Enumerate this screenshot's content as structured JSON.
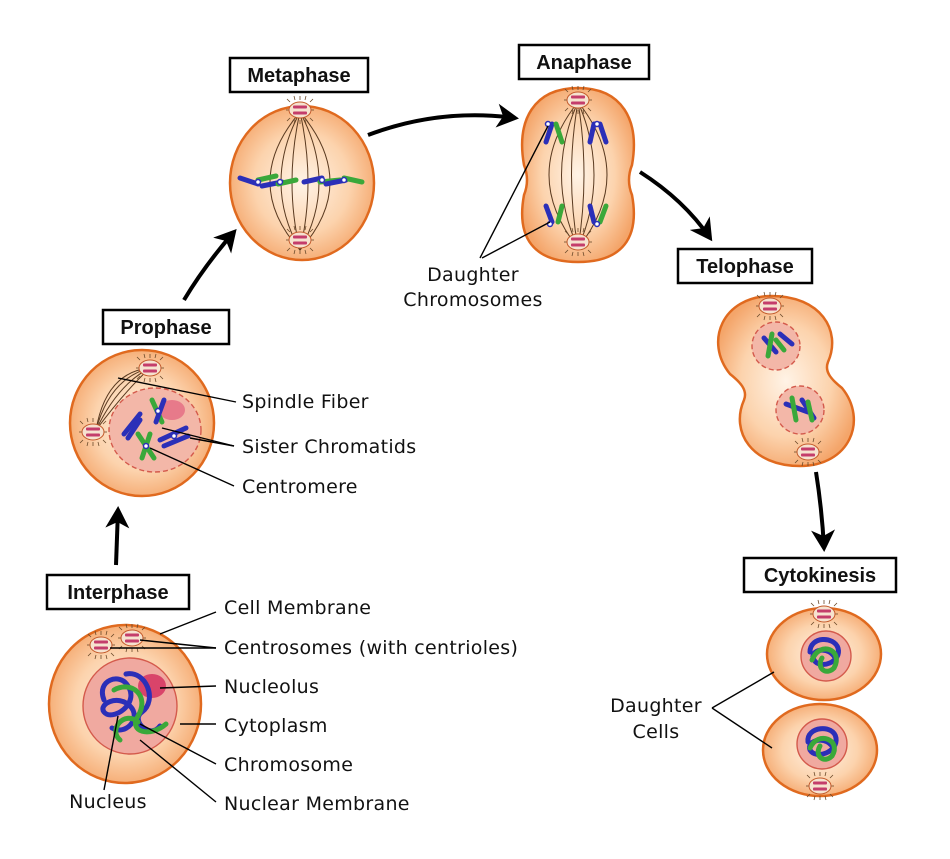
{
  "phases": {
    "interphase": "Interphase",
    "prophase": "Prophase",
    "metaphase": "Metaphase",
    "anaphase": "Anaphase",
    "telophase": "Telophase",
    "cytokinesis": "Cytokinesis"
  },
  "labels": {
    "cell_membrane": "Cell Membrane",
    "centrosomes": "Centrosomes (with centrioles)",
    "nucleolus": "Nucleolus",
    "cytoplasm": "Cytoplasm",
    "chromosome": "Chromosome",
    "nuclear_membrane": "Nuclear Membrane",
    "nucleus": "Nucleus",
    "spindle_fiber": "Spindle Fiber",
    "sister_chromatids": "Sister Chromatids",
    "centromere": "Centromere",
    "daughter_chromosomes_line1": "Daughter",
    "daughter_chromosomes_line2": "Chromosomes",
    "daughter_cells_line1": "Daughter",
    "daughter_cells_line2": "Cells"
  },
  "colors": {
    "cell_fill_outer": "#f6b27a",
    "cell_fill_inner": "#fde6cf",
    "cell_outline": "#e06a1f",
    "nucleus_fill": "#f0a9a0",
    "nucleolus_fill": "#d9446a",
    "chromosome_blue": "#2b2fb8",
    "chromosome_green": "#3aa83a"
  }
}
